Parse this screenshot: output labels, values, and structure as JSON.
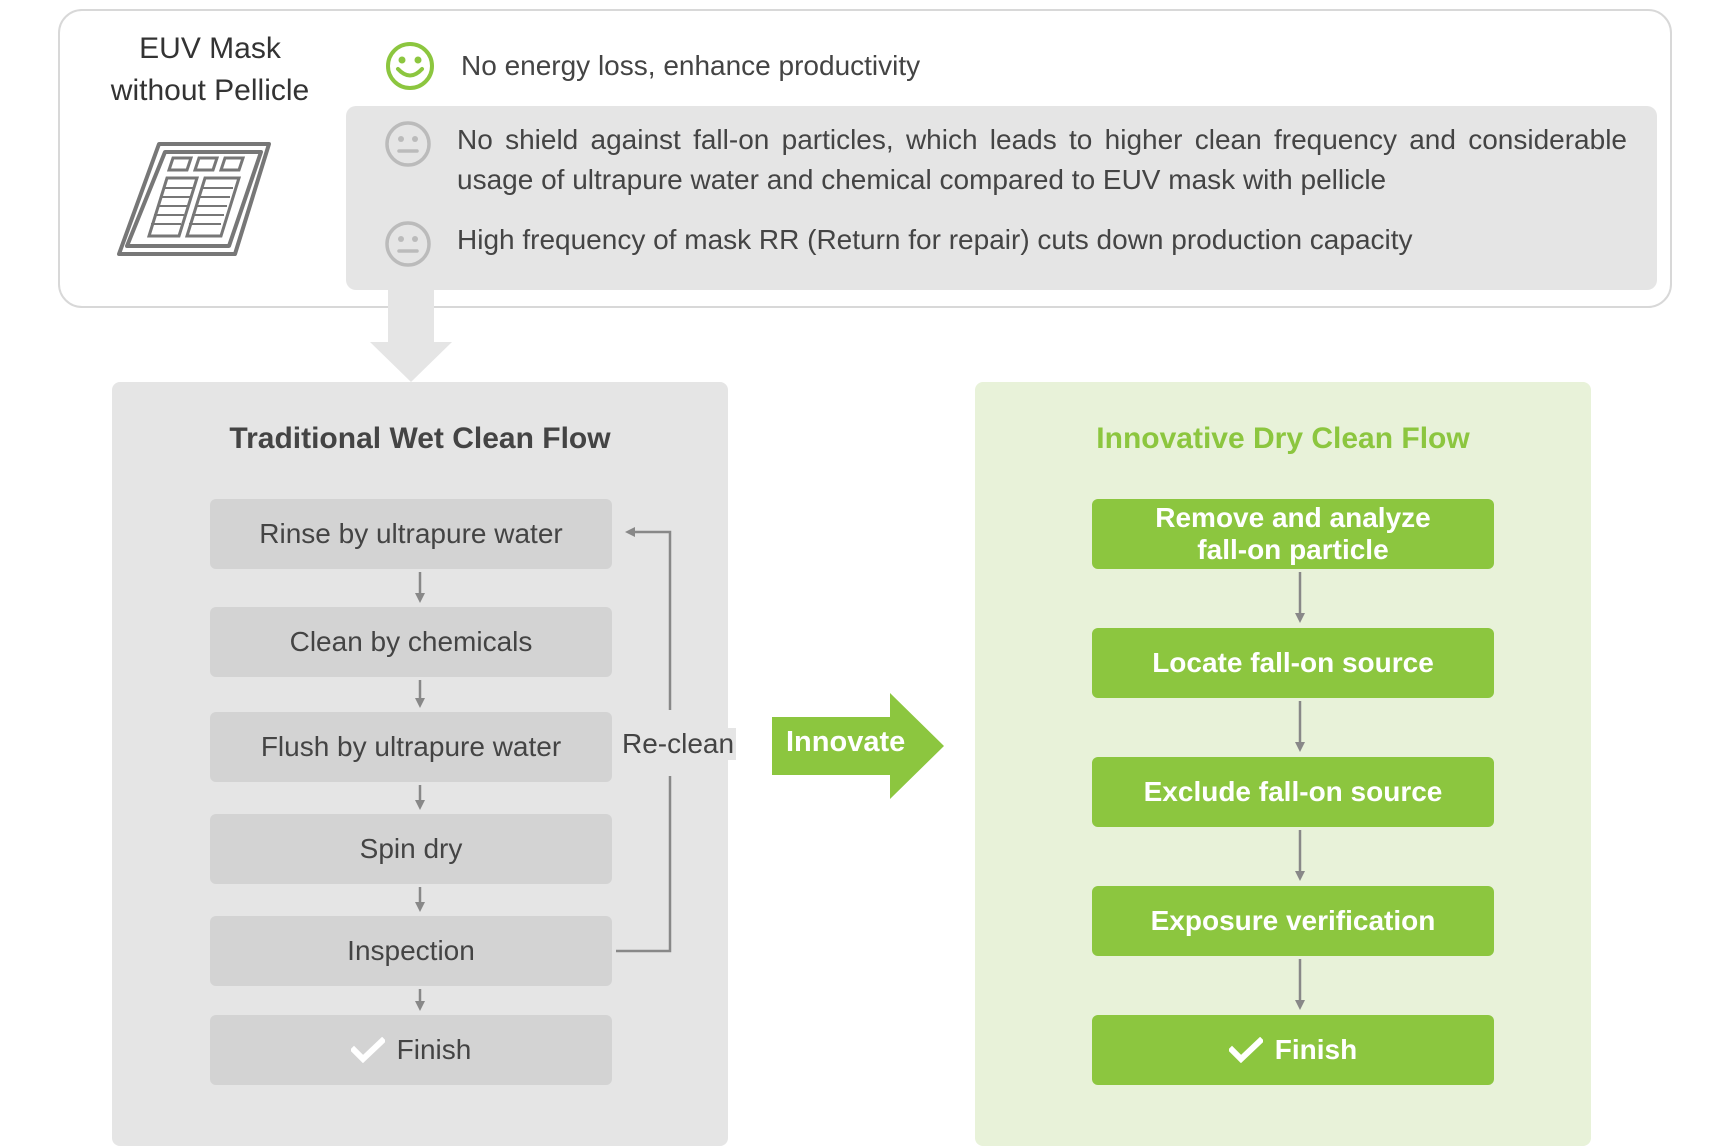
{
  "mask": {
    "title_line1": "EUV Mask",
    "title_line2": "without Pellicle"
  },
  "pros": [
    {
      "icon": "happy-face-icon",
      "text": "No energy loss, enhance productivity"
    }
  ],
  "cons": [
    {
      "icon": "neutral-face-icon",
      "text": "No shield against fall-on particles, which leads to higher clean frequency and considerable usage of ultrapure water and chemical compared to EUV mask with pellicle"
    },
    {
      "icon": "neutral-face-icon",
      "text": "High frequency of mask RR (Return for repair)  cuts down production capacity"
    }
  ],
  "wet_flow": {
    "title": "Traditional Wet Clean Flow",
    "steps": [
      "Rinse by ultrapure water",
      "Clean by chemicals",
      "Flush by ultrapure water",
      "Spin dry",
      "Inspection",
      "Finish"
    ],
    "loop_label": "Re-clean"
  },
  "innovate_label": "Innovate",
  "dry_flow": {
    "title": "Innovative Dry Clean Flow",
    "steps": [
      "Remove and analyze\nfall-on particle",
      "Locate fall-on source",
      "Exclude fall-on source",
      "Exposure verification",
      "Finish"
    ]
  },
  "colors": {
    "green": "#8cc63f",
    "gray_box": "#d3d3d3",
    "panel_gray": "#e5e5e5",
    "panel_green": "#e8f2d9",
    "arrow_gray": "#888888"
  }
}
